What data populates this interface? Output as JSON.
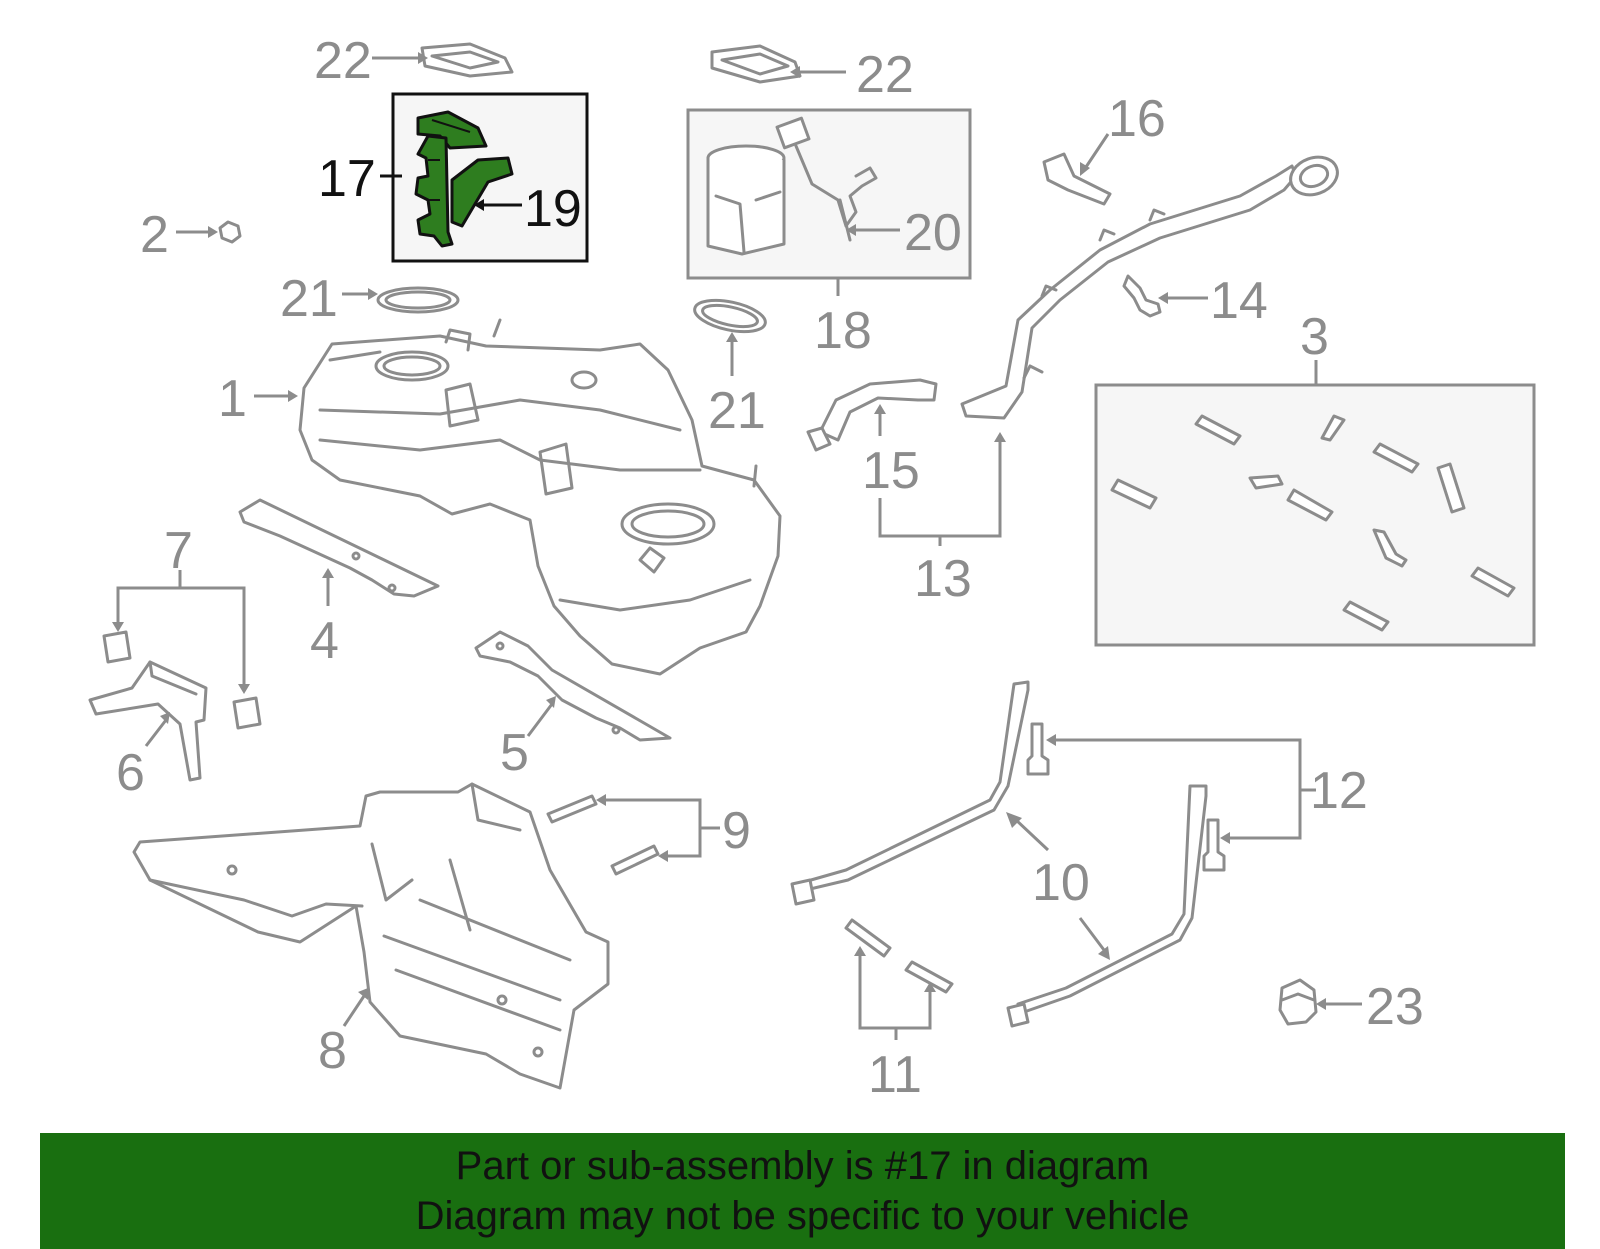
{
  "colors": {
    "banner_background": "#196f10",
    "highlight_part": "#2e7d1f",
    "highlight_border": "#111111",
    "callout_gray": "#8c8c8c"
  },
  "callouts": {
    "c1": "1",
    "c2": "2",
    "c3": "3",
    "c4": "4",
    "c5": "5",
    "c6": "6",
    "c7": "7",
    "c8": "8",
    "c9": "9",
    "c10": "10",
    "c11": "11",
    "c12": "12",
    "c13": "13",
    "c14": "14",
    "c15": "15",
    "c16": "16",
    "c17": "17",
    "c18": "18",
    "c19": "19",
    "c20": "20",
    "c21a": "21",
    "c21b": "21",
    "c22a": "22",
    "c22b": "22",
    "c23": "23"
  },
  "highlighted_part": "17",
  "banner": {
    "line1": "Part or sub-assembly is #17 in diagram",
    "line2": "Diagram may not be specific to your vehicle"
  }
}
